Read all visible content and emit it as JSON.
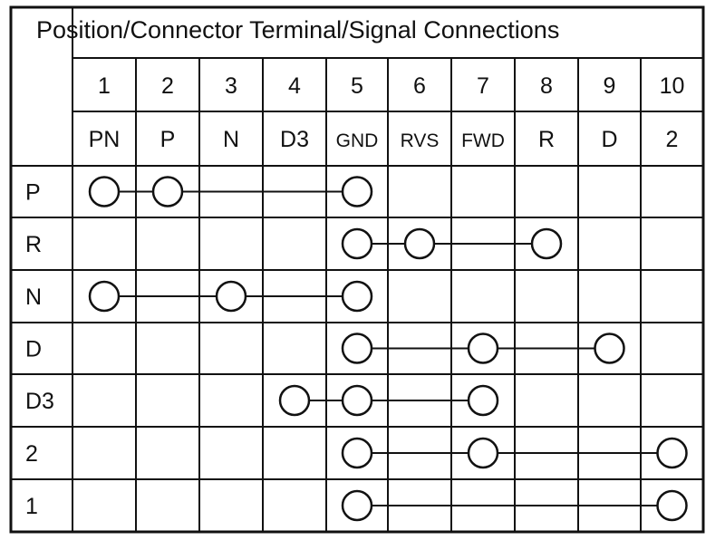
{
  "title": "Position/Connector Terminal/Signal Connections",
  "columns": [
    {
      "number": "1",
      "signal": "PN"
    },
    {
      "number": "2",
      "signal": "P"
    },
    {
      "number": "3",
      "signal": "N"
    },
    {
      "number": "4",
      "signal": "D3"
    },
    {
      "number": "5",
      "signal": "GND"
    },
    {
      "number": "6",
      "signal": "RVS"
    },
    {
      "number": "7",
      "signal": "FWD"
    },
    {
      "number": "8",
      "signal": "R"
    },
    {
      "number": "9",
      "signal": "D"
    },
    {
      "number": "10",
      "signal": "2"
    }
  ],
  "rows": [
    {
      "position": "P",
      "terminals": [
        1,
        2,
        5
      ]
    },
    {
      "position": "R",
      "terminals": [
        5,
        6,
        8
      ]
    },
    {
      "position": "N",
      "terminals": [
        1,
        3,
        5
      ]
    },
    {
      "position": "D",
      "terminals": [
        5,
        7,
        9
      ]
    },
    {
      "position": "D3",
      "terminals": [
        4,
        5,
        7
      ]
    },
    {
      "position": "2",
      "terminals": [
        5,
        7,
        10
      ]
    },
    {
      "position": "1",
      "terminals": [
        5,
        10
      ]
    }
  ]
}
